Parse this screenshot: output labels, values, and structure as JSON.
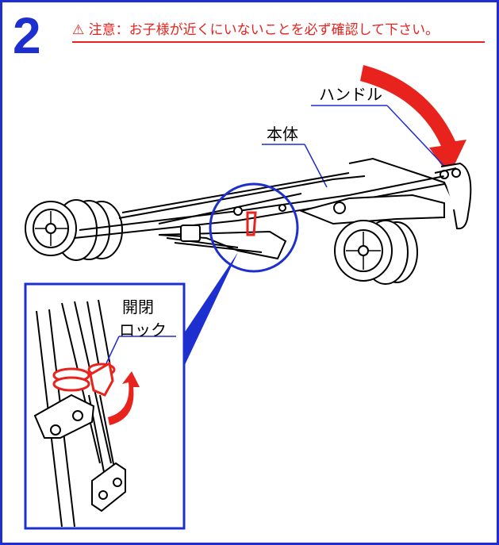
{
  "step": {
    "number": "2"
  },
  "warning": {
    "symbol": "⚠",
    "text": "注意：お子様が近くにいないことを必ず確認して下さい。"
  },
  "labels": {
    "handle": "ハンドル",
    "body": "本体",
    "lock_line1": "開閉",
    "lock_line2": "ロック"
  },
  "colors": {
    "frame": "#1e2fd0",
    "warning": "#e8231e",
    "callout": "#1e2fd0",
    "arrow": "#e8231e"
  }
}
